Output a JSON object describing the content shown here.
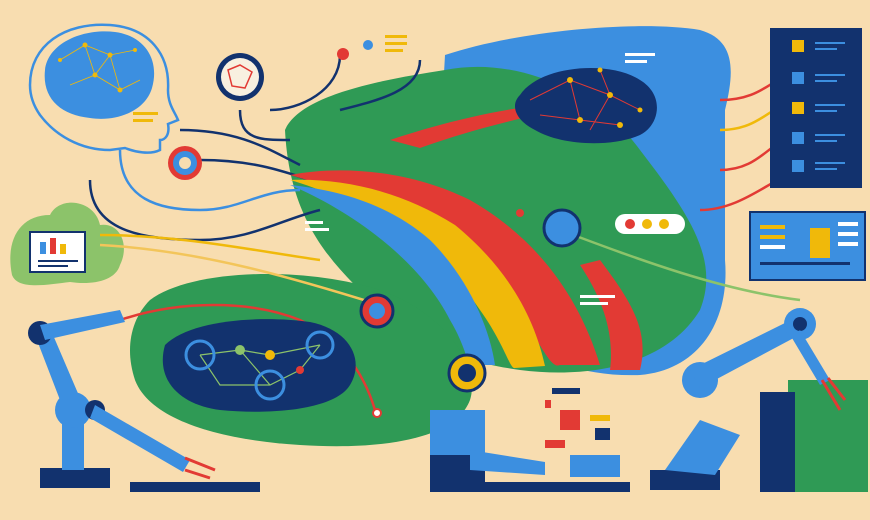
{
  "palette": {
    "background": "#f8ddb0",
    "navy": "#12326e",
    "blue": "#3c8fe0",
    "green": "#2f9a55",
    "red": "#e23a34",
    "yellow": "#f0b90a",
    "light_green": "#8cc36a"
  },
  "icons": {
    "brain_head": "head-profile-with-brain",
    "cloud": "cloud-with-bar-chart",
    "gear": "gear",
    "network": "neural-network",
    "robot_arm": "robotic-arm",
    "server": "server-rack",
    "dashboard": "dashboard-panel"
  }
}
